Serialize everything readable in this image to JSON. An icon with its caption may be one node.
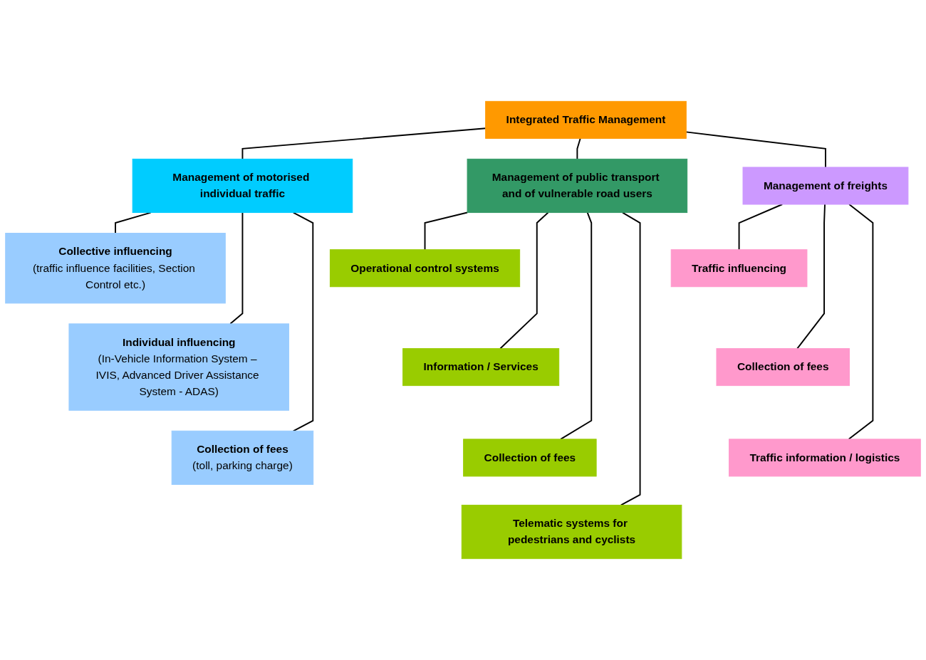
{
  "diagram": {
    "nodes": [
      {
        "text": [
          "Integrated Traffic Management"
        ]
      },
      {
        "text": [
          "Management of motorised individual traffic"
        ]
      },
      {
        "text": [
          "Management of public transport and of vulnerable road users"
        ]
      },
      {
        "text": [
          "Management of freights"
        ]
      },
      {
        "text": [
          "Collective influencing",
          "(traffic influence facilities, Section Control etc.)"
        ]
      },
      {
        "text": [
          "Individual influencing",
          "(In-Vehicle Information System – IVIS, Advanced Driver Assistance System - ADAS)"
        ]
      },
      {
        "text": [
          "Collection of fees",
          "(toll, parking charge)"
        ]
      },
      {
        "text": [
          "Operational control systems"
        ]
      },
      {
        "text": [
          "Information / Services"
        ]
      },
      {
        "text": [
          "Collection of fees"
        ]
      },
      {
        "text": [
          "Telematic systems for pedestrians and cyclists"
        ]
      },
      {
        "text": [
          "Traffic influencing"
        ]
      },
      {
        "text": [
          "Collection of fees"
        ]
      },
      {
        "text": [
          "Traffic information / logistics"
        ]
      }
    ],
    "edges": [
      {
        "from": 0,
        "to": 1,
        "arrow": "none"
      },
      {
        "from": 0,
        "to": 2,
        "arrow": "none"
      },
      {
        "from": 0,
        "to": 3,
        "arrow": "none"
      },
      {
        "from": 1,
        "to": 4,
        "arrow": "none"
      },
      {
        "from": 1,
        "to": 5,
        "arrow": "none"
      },
      {
        "from": 1,
        "to": 6,
        "arrow": "none"
      },
      {
        "from": 2,
        "to": 7,
        "arrow": "none"
      },
      {
        "from": 2,
        "to": 8,
        "arrow": "none"
      },
      {
        "from": 2,
        "to": 9,
        "arrow": "none"
      },
      {
        "from": 2,
        "to": 10,
        "arrow": "none"
      },
      {
        "from": 3,
        "to": 11,
        "arrow": "none"
      },
      {
        "from": 3,
        "to": 12,
        "arrow": "none"
      },
      {
        "from": 3,
        "to": 13,
        "arrow": "none"
      }
    ]
  }
}
